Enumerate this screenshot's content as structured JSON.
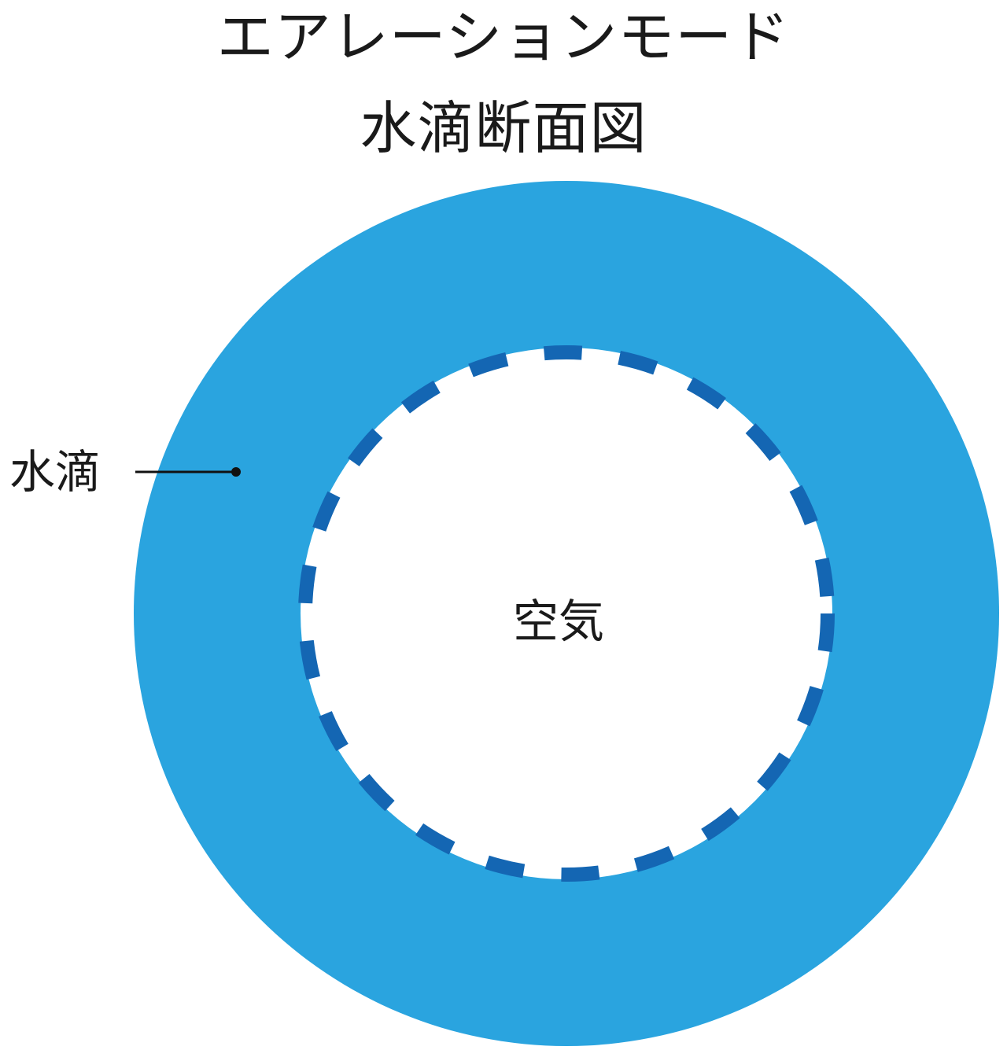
{
  "title": {
    "line1": "エアレーションモード",
    "line2": "水滴断面図"
  },
  "labels": {
    "water": "水滴",
    "air": "空気"
  },
  "colors": {
    "water_ring": "#2aa4df",
    "air_boundary_dashes": "#1466b3",
    "air_core": "#ffffff",
    "leader_line": "#111111"
  }
}
